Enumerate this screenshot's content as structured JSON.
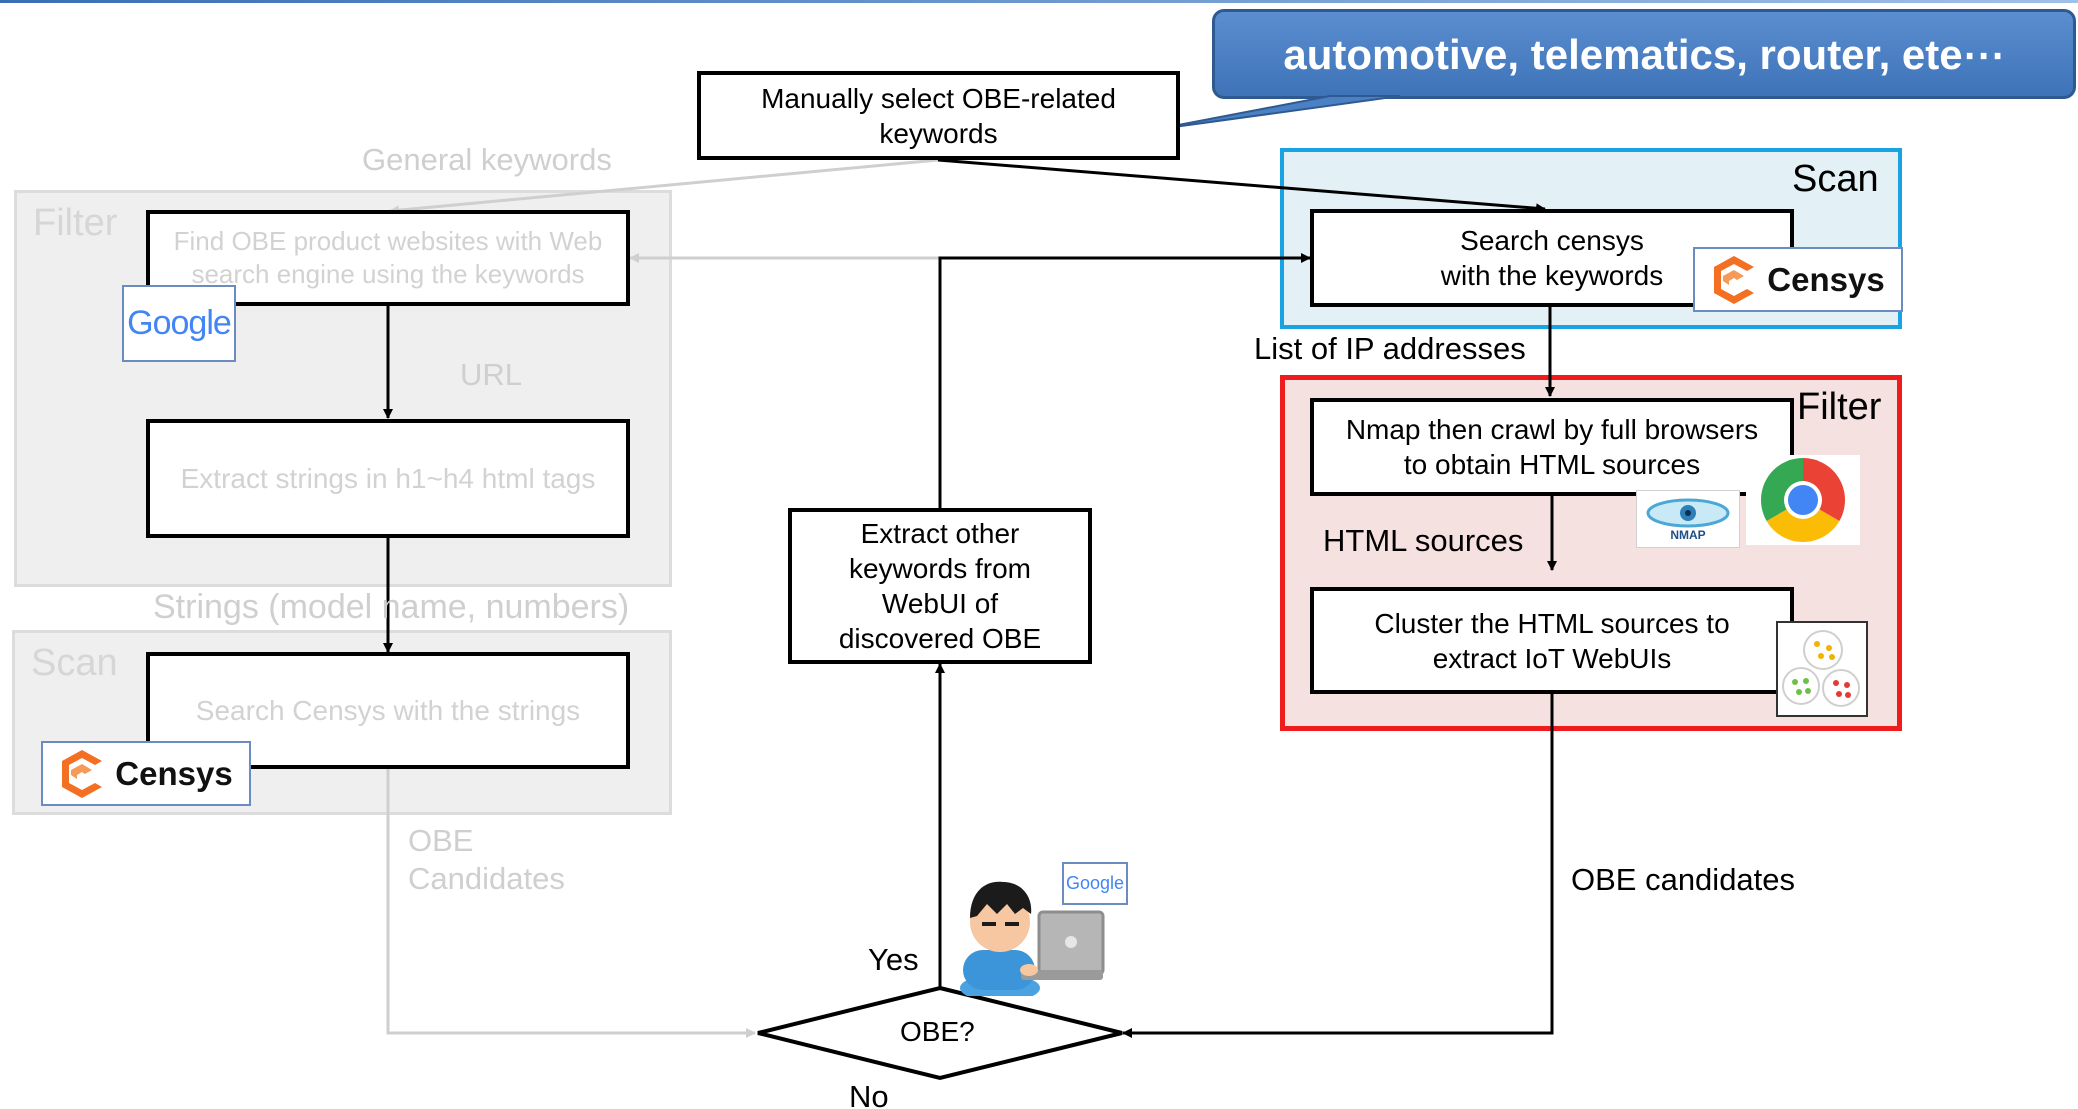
{
  "callout": {
    "text": "automotive, telematics, router, ete⋯"
  },
  "top_step": {
    "text": "Manually select OBE-related\nkeywords"
  },
  "left_pipeline": {
    "general_keywords_label": "General keywords",
    "filter_title": "Filter",
    "scan_title": "Scan",
    "step_find": "Find OBE product websites with Web\nsearch engine using the keywords",
    "url_label": "URL",
    "step_extract": "Extract strings in h1~h4 html tags",
    "strings_label": "Strings (model name, numbers)",
    "step_search": "Search Censys with the strings",
    "candidates_label": "OBE\nCandidates"
  },
  "right_pipeline": {
    "scan_title": "Scan",
    "filter_title": "Filter",
    "step_search": "Search censys\nwith the keywords",
    "ip_label": "List of IP addresses",
    "step_nmap": "Nmap then crawl by full browsers\nto obtain HTML sources",
    "html_label": "HTML sources",
    "step_cluster": "Cluster the HTML sources to\nextract IoT WebUIs",
    "candidates_label": "OBE candidates"
  },
  "middle": {
    "step_extract": "Extract other\nkeywords from\nWebUI of\ndiscovered OBE",
    "decision": "OBE?",
    "yes_label": "Yes",
    "no_label": "No"
  },
  "logos": {
    "censys": "Censys",
    "google": "Google",
    "nmap": "NMAP"
  },
  "colors": {
    "scan_border": "#1aa3e3",
    "scan_fill": "#e3f0f5",
    "filter_border": "#ee1c1c",
    "filter_fill": "#f5e1df",
    "grey_panel": "#efefef",
    "callout": "#4a80c4"
  }
}
